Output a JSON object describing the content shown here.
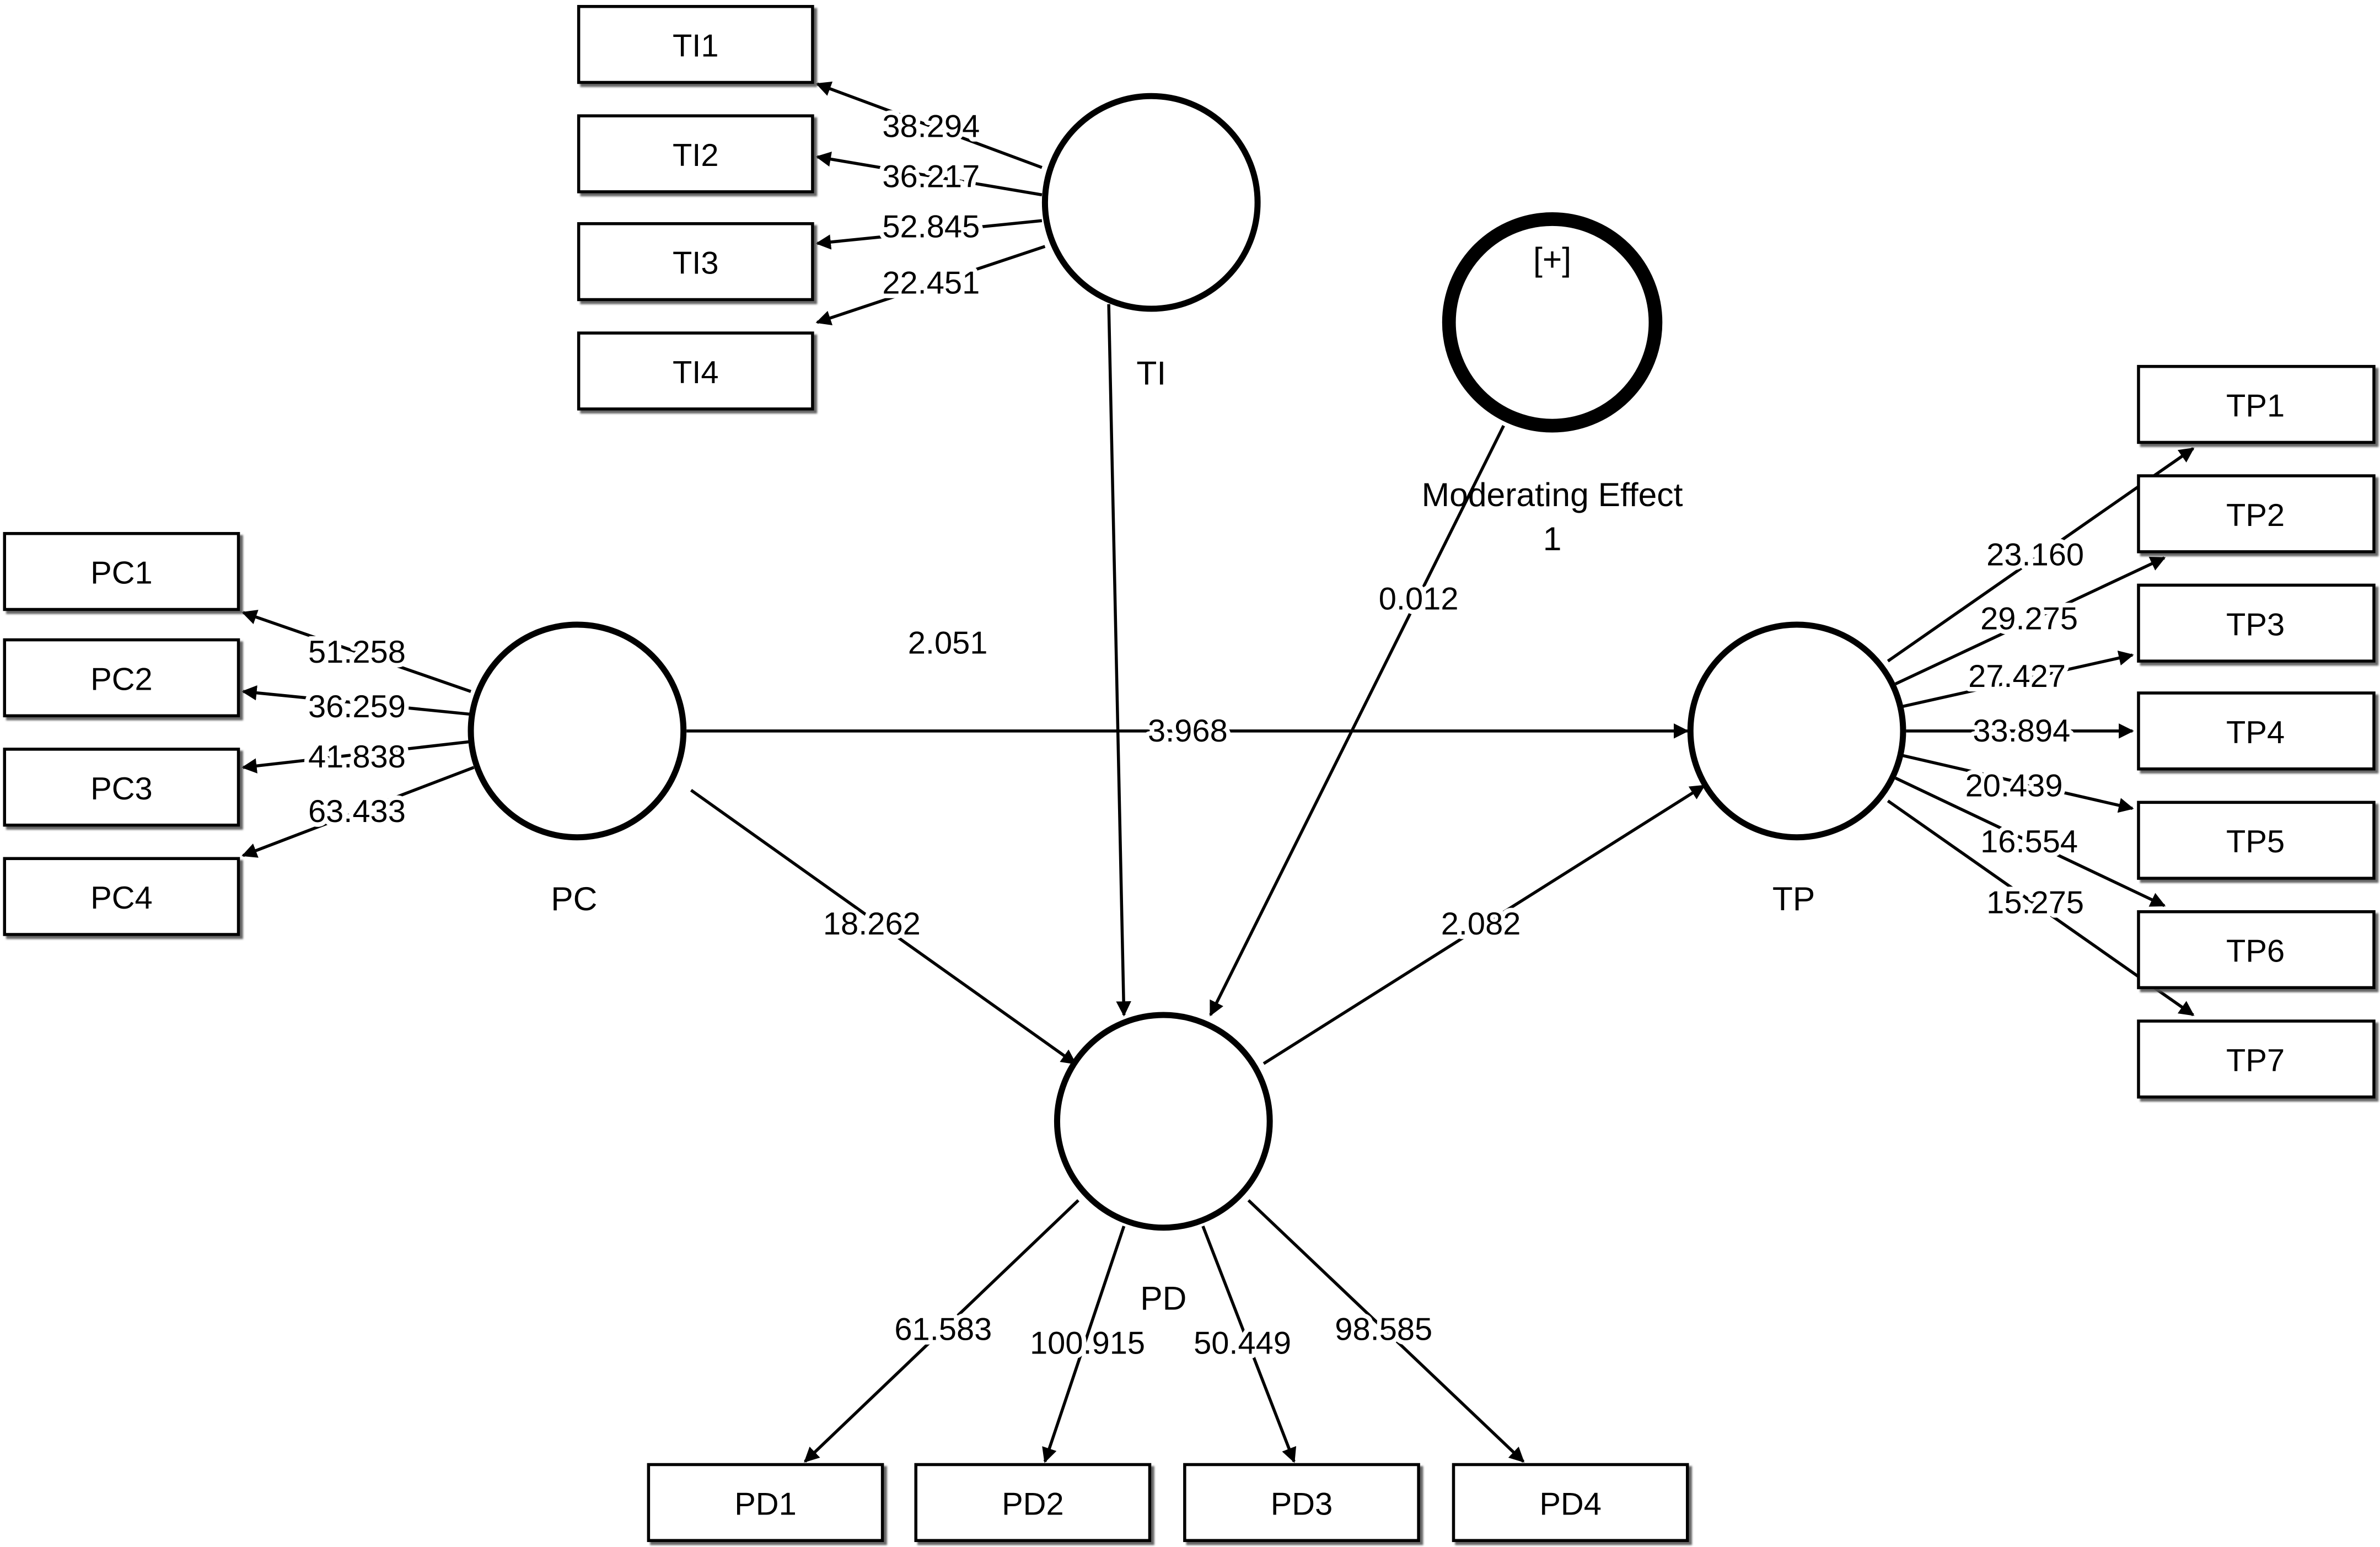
{
  "colors": {
    "ink": "#000000",
    "background": "#ffffff",
    "box_fill": "#ffffff",
    "box_shadow": "#555555"
  },
  "constructs": {
    "TI": {
      "label": "TI"
    },
    "PC": {
      "label": "PC"
    },
    "PD": {
      "label": "PD"
    },
    "TP": {
      "label": "TP"
    },
    "ME": {
      "label_line1": "Moderating Effect",
      "label_line2": "1",
      "badge": "[+]"
    }
  },
  "indicators": {
    "TI1": "TI1",
    "TI2": "TI2",
    "TI3": "TI3",
    "TI4": "TI4",
    "PC1": "PC1",
    "PC2": "PC2",
    "PC3": "PC3",
    "PC4": "PC4",
    "TP1": "TP1",
    "TP2": "TP2",
    "TP3": "TP3",
    "TP4": "TP4",
    "TP5": "TP5",
    "TP6": "TP6",
    "TP7": "TP7",
    "PD1": "PD1",
    "PD2": "PD2",
    "PD3": "PD3",
    "PD4": "PD4"
  },
  "loadings": {
    "TI_TI1": "38.294",
    "TI_TI2": "36.217",
    "TI_TI3": "52.845",
    "TI_TI4": "22.451",
    "PC_PC1": "51.258",
    "PC_PC2": "36.259",
    "PC_PC3": "41.838",
    "PC_PC4": "63.433",
    "TP_TP1": "23.160",
    "TP_TP2": "29.275",
    "TP_TP3": "27.427",
    "TP_TP4": "33.894",
    "TP_TP5": "20.439",
    "TP_TP6": "16.554",
    "TP_TP7": "15.275",
    "PD_PD1": "61.583",
    "PD_PD2": "100.915",
    "PD_PD3": "50.449",
    "PD_PD4": "98.585"
  },
  "paths": {
    "TI_PD": "2.051",
    "ME_PD": "0.012",
    "PC_TP": "3.968",
    "PC_PD": "18.262",
    "PD_TP": "2.082"
  }
}
